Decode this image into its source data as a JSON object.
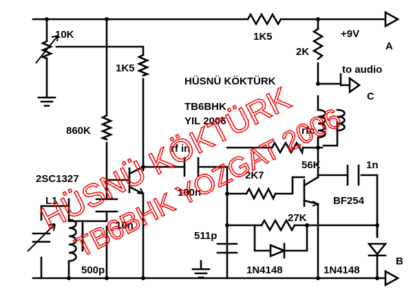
{
  "diagram": {
    "author": "HÜSNÜ  KÖKTÜRK",
    "callsign": "TB6BHK",
    "year_line": "YIL  2006",
    "components": {
      "pot": "10K",
      "r_top": "1K5",
      "r_emit": "1K5",
      "r_base": "860K",
      "r_col": "2K",
      "r_fb1": "56K",
      "r_fb2": "2K7",
      "r_fb3": "27K",
      "c_rf": "100n",
      "c_10n": "10n",
      "c_500p": "500p",
      "c_511p": "511p",
      "c_1n": "1n",
      "d1": "1N4148",
      "d2": "1N4148",
      "q1": "2SC1327",
      "q2": "BF254",
      "coil": "L1",
      "choke": "rfc"
    },
    "nodes": {
      "supply": "+9V",
      "out_a": "A",
      "out_b": "B",
      "out_c": "C",
      "audio": "to audio",
      "rf_in": "rf in"
    },
    "watermark": {
      "line1": "HÜSNÜ KÖKTÜRK",
      "line2": "TB6BHK YOZGAT 2006"
    }
  }
}
